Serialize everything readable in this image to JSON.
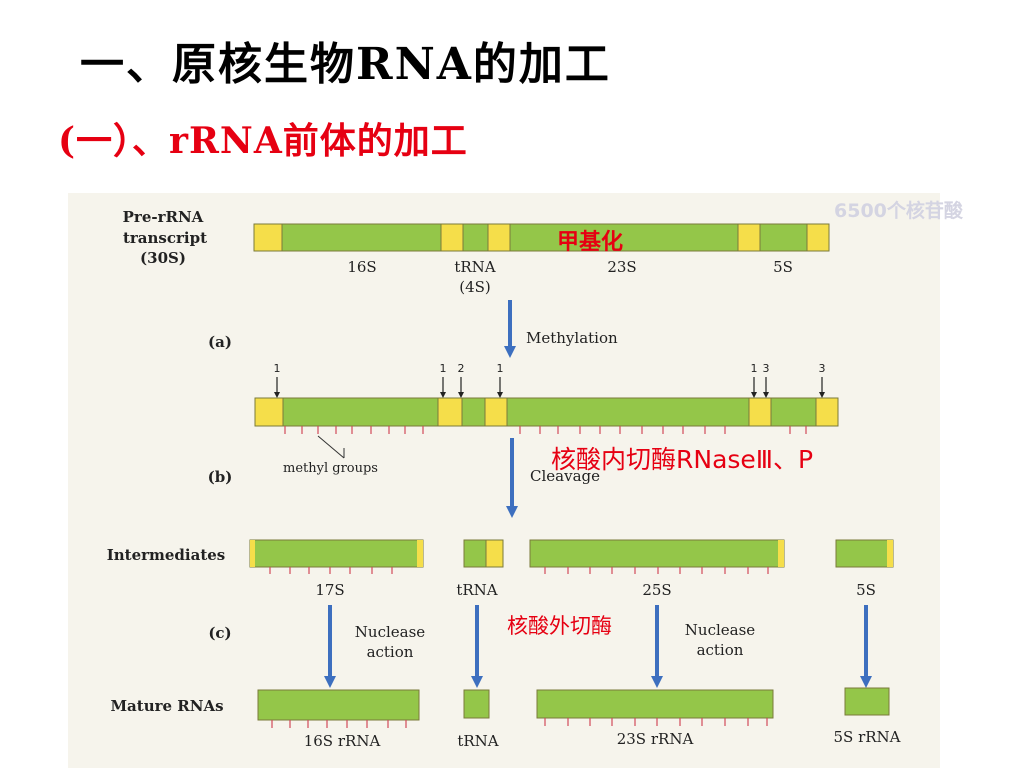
{
  "slide": {
    "title": "一、原核生物RNA的加工",
    "subtitle": "(一）、rRNA前体的加工"
  },
  "notes": {
    "nucleotides": "6500个核苷酸",
    "methylation_cn": "甲基化",
    "endonuclease": "核酸内切酶RNaseⅢ、P",
    "exonuclease": "核酸外切酶"
  },
  "figure": {
    "rows": {
      "pre_rrna_line1": "Pre-rRNA",
      "pre_rrna_line2": "transcript",
      "pre_rrna_line3": "(30S)",
      "intermediates": "Intermediates",
      "mature": "Mature RNAs"
    },
    "steps": {
      "a": "(a)",
      "b": "(b)",
      "c": "(c)",
      "methylation": "Methylation",
      "cleavage": "Cleavage",
      "nuclease_line1": "Nuclease",
      "nuclease_line2": "action"
    },
    "precursor_labels": {
      "s16": "16S",
      "trna": "tRNA",
      "s4": "(4S)",
      "s23": "23S",
      "s5": "5S"
    },
    "cleavage_site_numbers": [
      "1",
      "1",
      "2",
      "1",
      "1",
      "3",
      "3"
    ],
    "methyl_groups": "methyl groups",
    "intermediate_labels": [
      "17S",
      "tRNA",
      "25S",
      "5S"
    ],
    "mature_labels": [
      "16S rRNA",
      "tRNA",
      "23S rRNA",
      "5S rRNA"
    ]
  },
  "colors": {
    "rna_green": "#94c649",
    "spacer_yellow": "#f5de4a",
    "arrow_blue": "#3d6fbf",
    "tick_red": "#d24a5a",
    "note_red": "#e60012"
  }
}
